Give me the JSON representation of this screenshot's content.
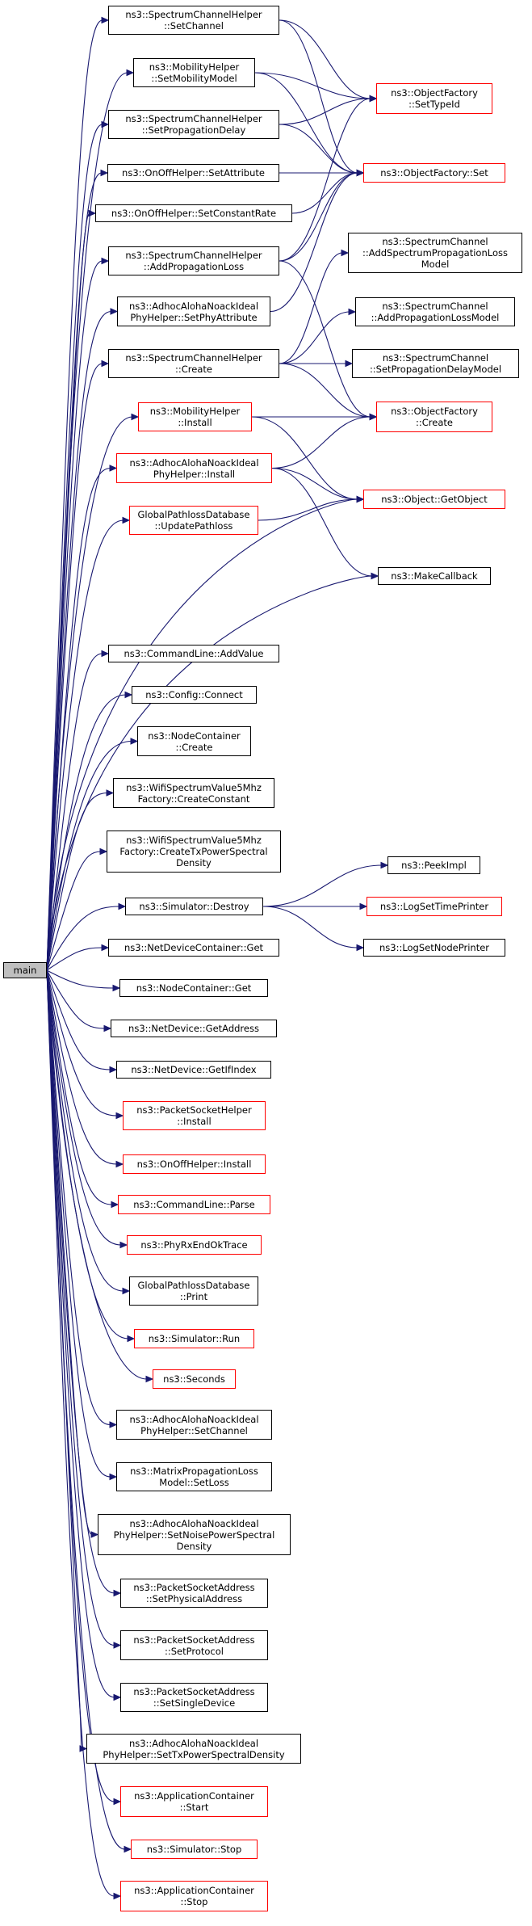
{
  "nodes": {
    "main": "main",
    "set_channel": "ns3::SpectrumChannelHelper\n::SetChannel",
    "set_mobility_model": "ns3::MobilityHelper\n::SetMobilityModel",
    "set_propagation_delay": "ns3::SpectrumChannelHelper\n::SetPropagationDelay",
    "onoff_set_attribute": "ns3::OnOffHelper::SetAttribute",
    "onoff_set_constant_rate": "ns3::OnOffHelper::SetConstantRate",
    "add_propagation_loss": "ns3::SpectrumChannelHelper\n::AddPropagationLoss",
    "set_phy_attribute": "ns3::AdhocAlohaNoackIdeal\nPhyHelper::SetPhyAttribute",
    "spectrum_channel_helper_create": "ns3::SpectrumChannelHelper\n::Create",
    "mobility_install": "ns3::MobilityHelper\n::Install",
    "phy_helper_install": "ns3::AdhocAlohaNoackIdeal\nPhyHelper::Install",
    "update_pathloss": "GlobalPathlossDatabase\n::UpdatePathloss",
    "set_type_id": "ns3::ObjectFactory\n::SetTypeId",
    "object_factory_set": "ns3::ObjectFactory::Set",
    "add_spectrum_propagation_loss_model": "ns3::SpectrumChannel\n::AddSpectrumPropagationLoss\nModel",
    "add_propagation_loss_model": "ns3::SpectrumChannel\n::AddPropagationLossModel",
    "set_propagation_delay_model": "ns3::SpectrumChannel\n::SetPropagationDelayModel",
    "object_factory_create": "ns3::ObjectFactory\n::Create",
    "get_object": "ns3::Object::GetObject",
    "make_callback": "ns3::MakeCallback",
    "add_value": "ns3::CommandLine::AddValue",
    "config_connect": "ns3::Config::Connect",
    "node_container_create": "ns3::NodeContainer\n::Create",
    "create_constant": "ns3::WifiSpectrumValue5Mhz\nFactory::CreateConstant",
    "create_tx_psd": "ns3::WifiSpectrumValue5Mhz\nFactory::CreateTxPowerSpectral\nDensity",
    "simulator_destroy": "ns3::Simulator::Destroy",
    "peek_impl": "ns3::PeekImpl",
    "log_set_time_printer": "ns3::LogSetTimePrinter",
    "log_set_node_printer": "ns3::LogSetNodePrinter",
    "net_device_container_get": "ns3::NetDeviceContainer::Get",
    "node_container_get": "ns3::NodeContainer::Get",
    "net_device_get_address": "ns3::NetDevice::GetAddress",
    "net_device_get_ifindex": "ns3::NetDevice::GetIfIndex",
    "packet_socket_helper_install": "ns3::PacketSocketHelper\n::Install",
    "onoff_install": "ns3::OnOffHelper::Install",
    "command_line_parse": "ns3::CommandLine::Parse",
    "phy_rx_end_ok_trace": "ns3::PhyRxEndOkTrace",
    "pathloss_print": "GlobalPathlossDatabase\n::Print",
    "simulator_run": "ns3::Simulator::Run",
    "seconds": "ns3::Seconds",
    "phy_set_channel": "ns3::AdhocAlohaNoackIdeal\nPhyHelper::SetChannel",
    "matrix_set_loss": "ns3::MatrixPropagationLoss\nModel::SetLoss",
    "set_noise_psd": "ns3::AdhocAlohaNoackIdeal\nPhyHelper::SetNoisePowerSpectral\nDensity",
    "set_physical_address": "ns3::PacketSocketAddress\n::SetPhysicalAddress",
    "set_protocol": "ns3::PacketSocketAddress\n::SetProtocol",
    "set_single_device": "ns3::PacketSocketAddress\n::SetSingleDevice",
    "set_tx_psd": "ns3::AdhocAlohaNoackIdeal\nPhyHelper::SetTxPowerSpectralDensity",
    "app_start": "ns3::ApplicationContainer\n::Start",
    "simulator_stop": "ns3::Simulator::Stop",
    "app_stop": "ns3::ApplicationContainer\n::Stop"
  },
  "edges": [
    [
      "main",
      "set_channel"
    ],
    [
      "main",
      "set_mobility_model"
    ],
    [
      "main",
      "set_propagation_delay"
    ],
    [
      "main",
      "onoff_set_attribute"
    ],
    [
      "main",
      "onoff_set_constant_rate"
    ],
    [
      "main",
      "add_propagation_loss"
    ],
    [
      "main",
      "set_phy_attribute"
    ],
    [
      "main",
      "spectrum_channel_helper_create"
    ],
    [
      "main",
      "mobility_install"
    ],
    [
      "main",
      "phy_helper_install"
    ],
    [
      "main",
      "update_pathloss"
    ],
    [
      "main",
      "get_object"
    ],
    [
      "main",
      "make_callback"
    ],
    [
      "main",
      "add_value"
    ],
    [
      "main",
      "config_connect"
    ],
    [
      "main",
      "node_container_create"
    ],
    [
      "main",
      "create_constant"
    ],
    [
      "main",
      "create_tx_psd"
    ],
    [
      "main",
      "simulator_destroy"
    ],
    [
      "main",
      "net_device_container_get"
    ],
    [
      "main",
      "node_container_get"
    ],
    [
      "main",
      "net_device_get_address"
    ],
    [
      "main",
      "net_device_get_ifindex"
    ],
    [
      "main",
      "packet_socket_helper_install"
    ],
    [
      "main",
      "onoff_install"
    ],
    [
      "main",
      "command_line_parse"
    ],
    [
      "main",
      "phy_rx_end_ok_trace"
    ],
    [
      "main",
      "pathloss_print"
    ],
    [
      "main",
      "simulator_run"
    ],
    [
      "main",
      "seconds"
    ],
    [
      "main",
      "phy_set_channel"
    ],
    [
      "main",
      "matrix_set_loss"
    ],
    [
      "main",
      "set_noise_psd"
    ],
    [
      "main",
      "set_physical_address"
    ],
    [
      "main",
      "set_protocol"
    ],
    [
      "main",
      "set_single_device"
    ],
    [
      "main",
      "set_tx_psd"
    ],
    [
      "main",
      "app_start"
    ],
    [
      "main",
      "simulator_stop"
    ],
    [
      "main",
      "app_stop"
    ],
    [
      "set_channel",
      "set_type_id"
    ],
    [
      "set_channel",
      "object_factory_set"
    ],
    [
      "set_mobility_model",
      "set_type_id"
    ],
    [
      "set_mobility_model",
      "object_factory_set"
    ],
    [
      "set_propagation_delay",
      "set_type_id"
    ],
    [
      "set_propagation_delay",
      "object_factory_set"
    ],
    [
      "onoff_set_attribute",
      "object_factory_set"
    ],
    [
      "onoff_set_constant_rate",
      "object_factory_set"
    ],
    [
      "add_propagation_loss",
      "set_type_id"
    ],
    [
      "add_propagation_loss",
      "object_factory_set"
    ],
    [
      "add_propagation_loss",
      "object_factory_create"
    ],
    [
      "set_phy_attribute",
      "object_factory_set"
    ],
    [
      "spectrum_channel_helper_create",
      "add_spectrum_propagation_loss_model"
    ],
    [
      "spectrum_channel_helper_create",
      "add_propagation_loss_model"
    ],
    [
      "spectrum_channel_helper_create",
      "set_propagation_delay_model"
    ],
    [
      "spectrum_channel_helper_create",
      "object_factory_create"
    ],
    [
      "mobility_install",
      "object_factory_create"
    ],
    [
      "mobility_install",
      "get_object"
    ],
    [
      "phy_helper_install",
      "object_factory_create"
    ],
    [
      "phy_helper_install",
      "get_object"
    ],
    [
      "phy_helper_install",
      "make_callback"
    ],
    [
      "update_pathloss",
      "get_object"
    ],
    [
      "simulator_destroy",
      "peek_impl"
    ],
    [
      "simulator_destroy",
      "log_set_time_printer"
    ],
    [
      "simulator_destroy",
      "log_set_node_printer"
    ]
  ]
}
